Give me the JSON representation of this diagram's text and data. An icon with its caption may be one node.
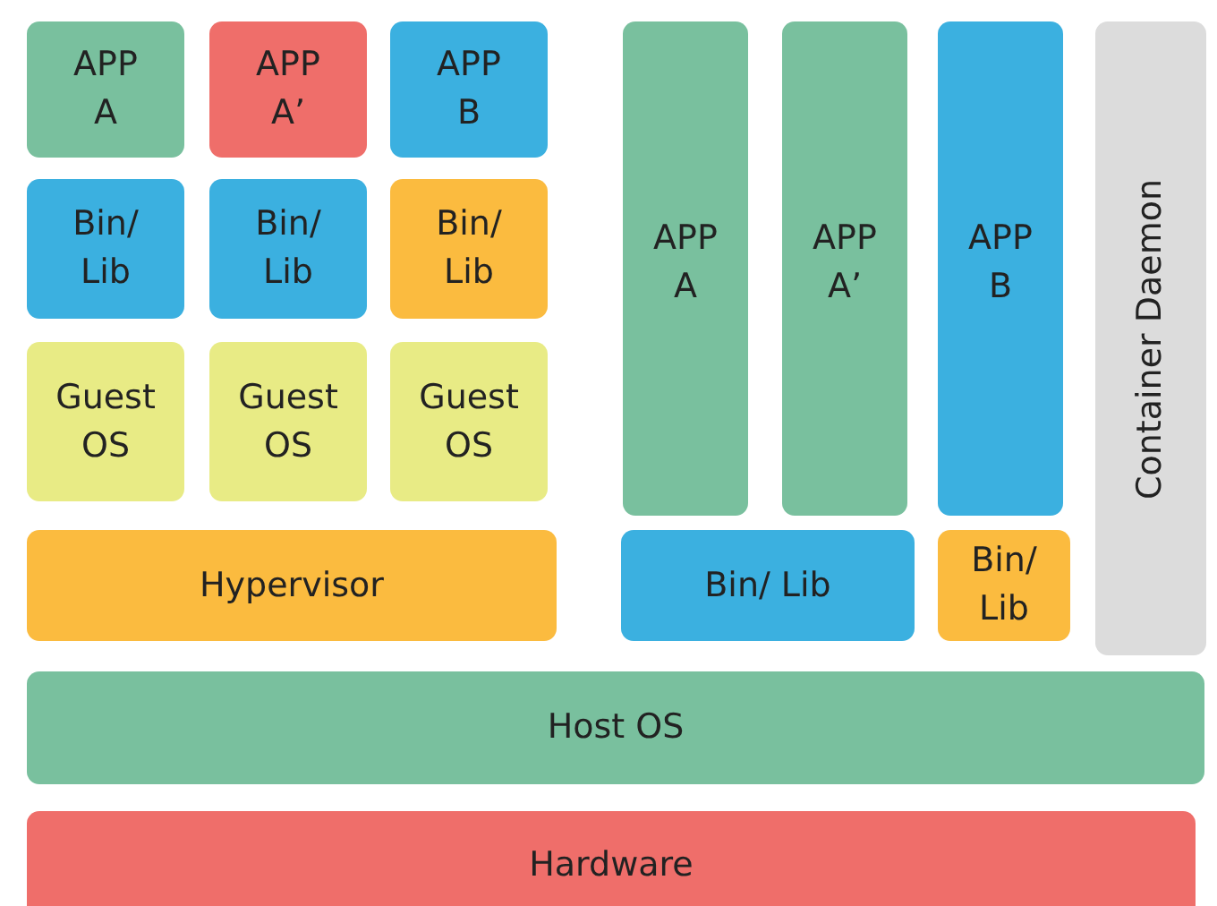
{
  "diagram": {
    "nodes": [
      {
        "text": [
          "APP A"
        ]
      },
      {
        "text": [
          "APP A’"
        ]
      },
      {
        "text": [
          "APP B"
        ]
      },
      {
        "text": [
          "APP A"
        ]
      },
      {
        "text": [
          "APP A’"
        ]
      },
      {
        "text": [
          "APP B"
        ]
      },
      {
        "text": [
          "Container Daemon"
        ]
      },
      {
        "text": [
          "Bin/ Lib"
        ]
      },
      {
        "text": [
          "Bin/ Lib"
        ]
      },
      {
        "text": [
          "Bin/ Lib"
        ]
      },
      {
        "text": [
          "Guest OS"
        ]
      },
      {
        "text": [
          "Guest OS"
        ]
      },
      {
        "text": [
          "Guest OS"
        ]
      },
      {
        "text": [
          "Hypervisor"
        ]
      },
      {
        "text": [
          "Bin/ Lib"
        ]
      },
      {
        "text": [
          "Bin/ Lib"
        ]
      },
      {
        "text": [
          "Host OS"
        ]
      },
      {
        "text": [
          "Hardware"
        ]
      }
    ]
  }
}
